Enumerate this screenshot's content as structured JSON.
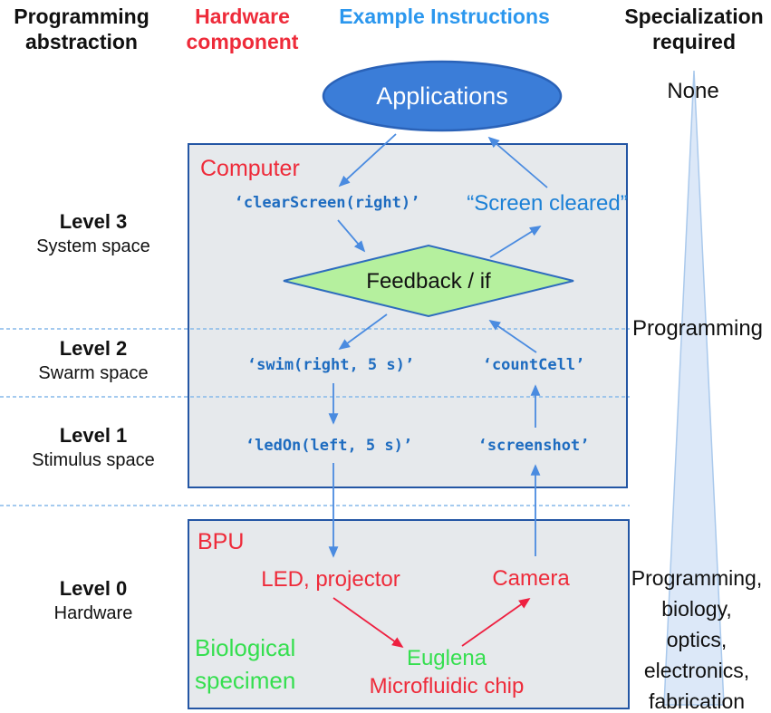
{
  "header": {
    "programming_abstraction": "Programming abstraction",
    "hardware_component": "Hardware component",
    "example_instructions": "Example Instructions",
    "specialization_required": "Specialization required"
  },
  "levels": [
    {
      "name": "Level 3",
      "space": "System space"
    },
    {
      "name": "Level 2",
      "space": "Swarm space"
    },
    {
      "name": "Level 1",
      "space": "Stimulus space"
    },
    {
      "name": "Level 0",
      "space": "Hardware"
    }
  ],
  "nodes": {
    "applications": "Applications",
    "computer": "Computer",
    "feedback": "Feedback / if",
    "bpu": "BPU",
    "led_projector": "LED, projector",
    "camera": "Camera",
    "biological_specimen": "Biological specimen",
    "euglena": "Euglena",
    "microfluidic_chip": "Microfluidic chip"
  },
  "instructions": {
    "clear_screen": "‘clearScreen(right)’",
    "screen_cleared": "“Screen cleared”",
    "swim": "‘swim(right, 5 s)’",
    "count_cell": "‘countCell’",
    "led_on": "‘ledOn(left, 5 s)’",
    "screenshot": "‘screenshot’"
  },
  "specialization": {
    "none": "None",
    "programming": "Programming",
    "full_list": [
      "Programming,",
      "biology,",
      "optics,",
      "electronics,",
      "fabrication"
    ]
  },
  "colors": {
    "red": "#ee2b3a",
    "green": "#35df4f",
    "header_blue": "#2b97ee",
    "instruction_mono_blue": "#1e6cc0",
    "instruction_sans_blue": "#1b80d6",
    "ellipse_fill": "#3b7dd8",
    "ellipse_border": "#2a62b8",
    "panel_fill": "#e6e9ec",
    "panel_border": "#2456a4",
    "diamond_fill": "#b5f09e",
    "diamond_border": "#2e6cbe",
    "arrow_blue": "#4a8be0",
    "arrow_red": "#ee2040",
    "dashed_line": "#86b9ea",
    "triangle_fill": "#d8e6f7",
    "triangle_border": "#aac9ec"
  }
}
